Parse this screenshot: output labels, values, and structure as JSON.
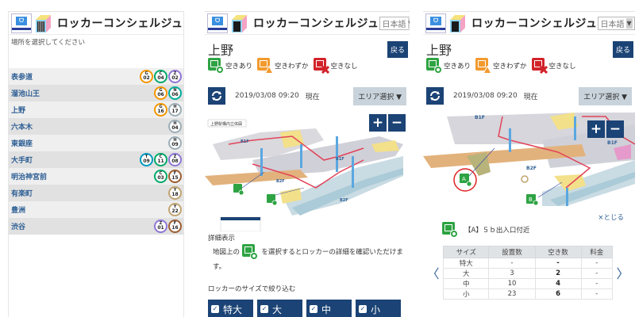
{
  "app": {
    "title": "ロッカーコンシェルジュ",
    "language": "日本語",
    "language_arrow": "▼",
    "logo_brand": "Metro Commerce"
  },
  "station_select": {
    "prompt": "場所を選択してください",
    "stations": [
      {
        "name": "表参道",
        "lines": [
          {
            "l": "G",
            "n": "02",
            "color": "#f39700"
          },
          {
            "l": "C",
            "n": "04",
            "color": "#00a968"
          },
          {
            "l": "Z",
            "n": "02",
            "color": "#8f76d6"
          }
        ]
      },
      {
        "name": "溜池山王",
        "lines": [
          {
            "l": "G",
            "n": "06",
            "color": "#f39700"
          },
          {
            "l": "N",
            "n": "06",
            "color": "#00ac9b"
          }
        ]
      },
      {
        "name": "上野",
        "lines": [
          {
            "l": "G",
            "n": "16",
            "color": "#f39700"
          },
          {
            "l": "H",
            "n": "17",
            "color": "#9caeb7"
          }
        ]
      },
      {
        "name": "六本木",
        "lines": [
          {
            "l": "H",
            "n": "04",
            "color": "#9caeb7"
          }
        ]
      },
      {
        "name": "東銀座",
        "lines": [
          {
            "l": "H",
            "n": "09",
            "color": "#9caeb7"
          }
        ]
      },
      {
        "name": "大手町",
        "lines": [
          {
            "l": "T",
            "n": "09",
            "color": "#009bbf"
          },
          {
            "l": "C",
            "n": "11",
            "color": "#00a968"
          },
          {
            "l": "Z",
            "n": "08",
            "color": "#8f76d6"
          }
        ]
      },
      {
        "name": "明治神宮前",
        "lines": [
          {
            "l": "C",
            "n": "03",
            "color": "#00a968"
          },
          {
            "l": "F",
            "n": "15",
            "color": "#9c5e31"
          }
        ]
      },
      {
        "name": "有楽町",
        "lines": [
          {
            "l": "Y",
            "n": "18",
            "color": "#c1a470"
          }
        ]
      },
      {
        "name": "豊洲",
        "lines": [
          {
            "l": "Y",
            "n": "22",
            "color": "#c1a470"
          }
        ]
      },
      {
        "name": "渋谷",
        "lines": [
          {
            "l": "Z",
            "n": "01",
            "color": "#8f76d6"
          },
          {
            "l": "F",
            "n": "16",
            "color": "#9c5e31"
          }
        ]
      }
    ]
  },
  "station_view": {
    "station_name": "上野",
    "back_label": "戻る",
    "legend": [
      {
        "label": "空きあり",
        "color": "#2ea343",
        "icon": "available-locker-icon"
      },
      {
        "label": "空きわずか",
        "color": "#f29a2e",
        "icon": "few-available-locker-icon"
      },
      {
        "label": "空きなし",
        "color": "#d2232a",
        "icon": "full-locker-icon"
      }
    ],
    "timestamp": "2019/03/08 09:20",
    "now_label": "現在",
    "area_select_label": "エリア選択",
    "area_select_arrow": "▼",
    "zoom_in": "+",
    "zoom_out": "−",
    "map_title": "上野駅構内立体図",
    "map_floor_labels": [
      "B1F",
      "B2F",
      "B1F",
      "B2F"
    ],
    "map_markers": [
      "A",
      "B"
    ]
  },
  "detail_info": {
    "title": "詳細表示",
    "text_before": "地図上の",
    "text_after": "を選択するとロッカーの詳細を確認いただけます。",
    "filter_label": "ロッカーのサイズで絞り込む",
    "filters": [
      {
        "label": "特大",
        "checked": true
      },
      {
        "label": "大",
        "checked": true
      },
      {
        "label": "中",
        "checked": true
      },
      {
        "label": "小",
        "checked": true
      }
    ]
  },
  "locker_detail": {
    "close_label": "×とじる",
    "locker_name": "【A】５ｂ出入口付近",
    "marker": "A",
    "prev_arrow": "〈",
    "next_arrow": "〉",
    "table": {
      "headers": [
        "サイズ",
        "設置数",
        "空き数",
        "料金"
      ],
      "rows": [
        [
          "特大",
          "-",
          "-",
          "-"
        ],
        [
          "大",
          "3",
          "2",
          "-"
        ],
        [
          "中",
          "10",
          "4",
          "-"
        ],
        [
          "小",
          "23",
          "6",
          "-"
        ]
      ]
    }
  },
  "colors": {
    "accent_navy": "#1b4375",
    "link_blue": "#2e5f95",
    "available_green": "#2ea343",
    "few_orange": "#f29a2e",
    "full_red": "#d2232a"
  }
}
